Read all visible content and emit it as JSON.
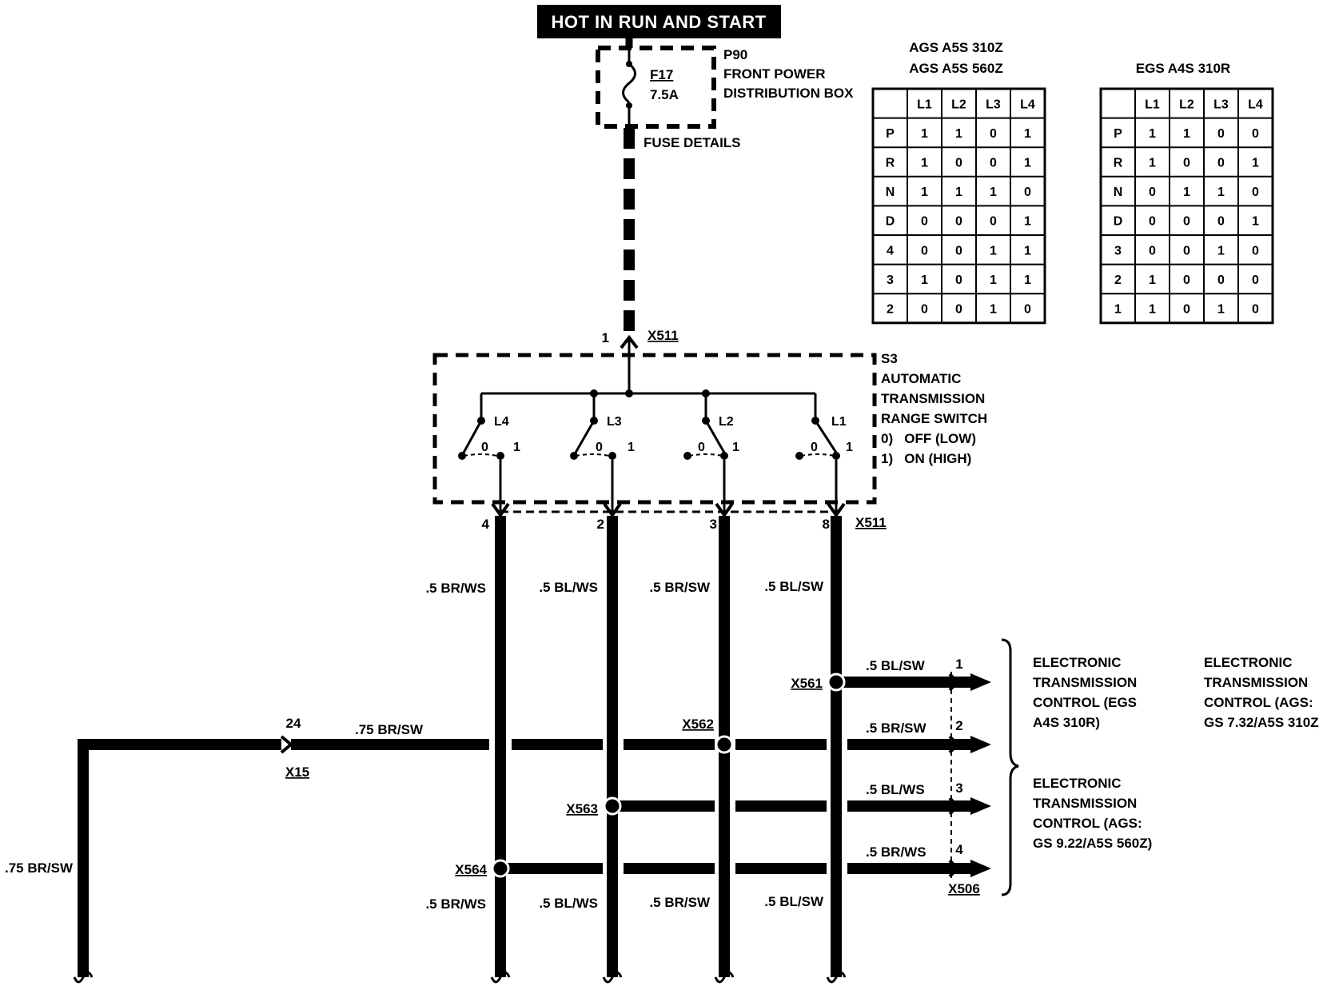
{
  "power": {
    "banner": "HOT IN RUN AND START",
    "fuse_name": "F17",
    "fuse_rating": "7.5A",
    "box_lines": [
      "P90",
      "FRONT POWER",
      "DISTRIBUTION BOX"
    ],
    "fuse_details": "FUSE DETAILS"
  },
  "x511_top": {
    "pin": "1",
    "name": "X511"
  },
  "switch": {
    "lines": [
      "S3",
      "AUTOMATIC",
      "TRANSMISSION",
      "RANGE SWITCH",
      "0)   OFF (LOW)",
      "1)   ON (HIGH)"
    ],
    "contacts": [
      {
        "name": "L4",
        "off": "0",
        "on": "1"
      },
      {
        "name": "L3",
        "off": "0",
        "on": "1"
      },
      {
        "name": "L2",
        "off": "0",
        "on": "1"
      },
      {
        "name": "L1",
        "off": "0",
        "on": "1"
      }
    ]
  },
  "x511_bottom": {
    "pins": [
      "4",
      "2",
      "3",
      "8"
    ],
    "name": "X511"
  },
  "wires_upper": [
    ".5 BR/WS",
    ".5 BL/WS",
    ".5 BR/SW",
    ".5 BL/SW"
  ],
  "wires_lower": [
    ".5 BR/WS",
    ".5 BL/WS",
    ".5 BR/SW",
    ".5 BL/SW"
  ],
  "splices": {
    "a": "X561",
    "b": "X562",
    "c": "X563",
    "d": "X564"
  },
  "outputs": [
    {
      "pin": "1",
      "wire": ".5 BL/SW"
    },
    {
      "pin": "2",
      "wire": ".5 BR/SW"
    },
    {
      "pin": "3",
      "wire": ".5 BL/WS"
    },
    {
      "pin": "4",
      "wire": ".5 BR/WS"
    }
  ],
  "output_connector": "X506",
  "left_feed": {
    "pin": "24",
    "wire_h": ".75 BR/SW",
    "connector": "X15",
    "wire_v": ".75 BR/SW"
  },
  "controls": {
    "egs_a4s": [
      "ELECTRONIC",
      "TRANSMISSION",
      "CONTROL (EGS",
      "A4S 310R)"
    ],
    "ags_gs732": [
      "ELECTRONIC",
      "TRANSMISSION",
      "CONTROL (AGS:",
      "GS 7.32/A5S 310Z)"
    ],
    "ags_gs922": [
      "ELECTRONIC",
      "TRANSMISSION",
      "CONTROL (AGS:",
      "GS 9.22/A5S 560Z)"
    ]
  },
  "table_ags": {
    "titles": [
      "AGS A5S 310Z",
      "AGS A5S 560Z"
    ],
    "headers": [
      "",
      "L1",
      "L2",
      "L3",
      "L4"
    ],
    "rows": [
      [
        "P",
        "1",
        "1",
        "0",
        "1"
      ],
      [
        "R",
        "1",
        "0",
        "0",
        "1"
      ],
      [
        "N",
        "1",
        "1",
        "1",
        "0"
      ],
      [
        "D",
        "0",
        "0",
        "0",
        "1"
      ],
      [
        "4",
        "0",
        "0",
        "1",
        "1"
      ],
      [
        "3",
        "1",
        "0",
        "1",
        "1"
      ],
      [
        "2",
        "0",
        "0",
        "1",
        "0"
      ]
    ]
  },
  "table_egs": {
    "title": "EGS A4S 310R",
    "headers": [
      "",
      "L1",
      "L2",
      "L3",
      "L4"
    ],
    "rows": [
      [
        "P",
        "1",
        "1",
        "0",
        "0"
      ],
      [
        "R",
        "1",
        "0",
        "0",
        "1"
      ],
      [
        "N",
        "0",
        "1",
        "1",
        "0"
      ],
      [
        "D",
        "0",
        "0",
        "0",
        "1"
      ],
      [
        "3",
        "0",
        "0",
        "1",
        "0"
      ],
      [
        "2",
        "1",
        "0",
        "0",
        "0"
      ],
      [
        "1",
        "1",
        "0",
        "1",
        "0"
      ]
    ]
  }
}
